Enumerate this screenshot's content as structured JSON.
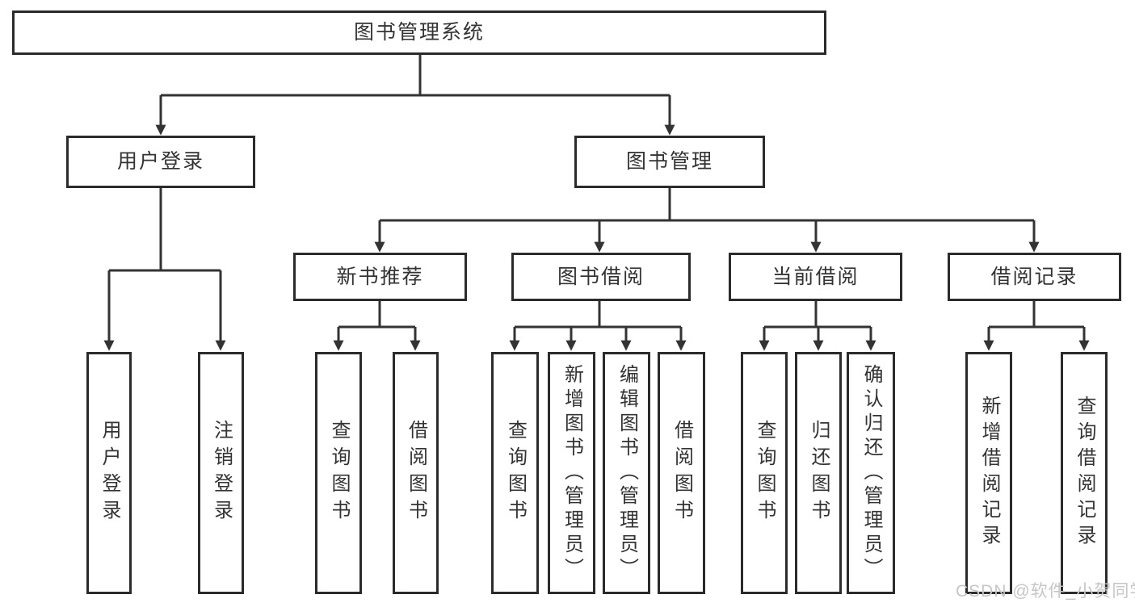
{
  "diagram": {
    "root": {
      "label": "图书管理系统"
    },
    "level2": [
      {
        "label": "用户登录"
      },
      {
        "label": "图书管理"
      }
    ],
    "level3": [
      {
        "label": "新书推荐"
      },
      {
        "label": "图书借阅"
      },
      {
        "label": "当前借阅"
      },
      {
        "label": "借阅记录"
      }
    ],
    "leaves": [
      {
        "label": "用户登录",
        "parent": "用户登录"
      },
      {
        "label": "注销登录",
        "parent": "用户登录"
      },
      {
        "label": "查询图书",
        "parent": "新书推荐"
      },
      {
        "label": "借阅图书",
        "parent": "新书推荐"
      },
      {
        "label": "查询图书",
        "parent": "图书借阅"
      },
      {
        "label": "新增图书（管理员）",
        "parent": "图书借阅"
      },
      {
        "label": "编辑图书（管理员）",
        "parent": "图书借阅"
      },
      {
        "label": "借阅图书",
        "parent": "图书借阅"
      },
      {
        "label": "查询图书",
        "parent": "当前借阅"
      },
      {
        "label": "归还图书",
        "parent": "当前借阅"
      },
      {
        "label": "确认归还（管理员）",
        "parent": "当前借阅"
      },
      {
        "label": "新增借阅记录",
        "parent": "借阅记录"
      },
      {
        "label": "查询借阅记录",
        "parent": "借阅记录"
      }
    ]
  },
  "watermark": {
    "text": "CSDN @软件_小贺同学"
  },
  "colors": {
    "line": "#333333",
    "box_border": "#2b2b2b",
    "text": "#333333",
    "watermark": "#c6c6c6",
    "background": "#ffffff"
  }
}
